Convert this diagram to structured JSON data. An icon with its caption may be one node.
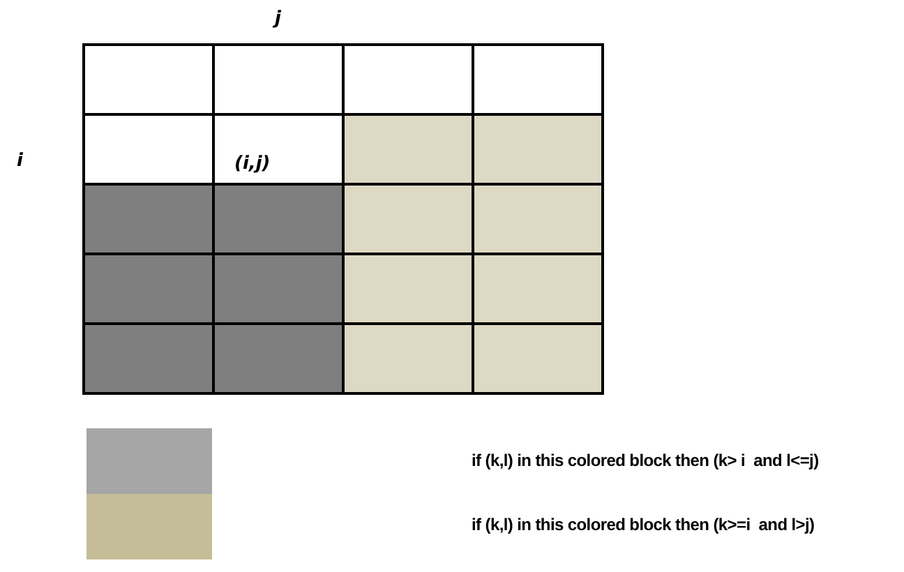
{
  "diagram": {
    "labels": [
      "j",
      "i",
      "(i,j)"
    ],
    "legend": [
      {
        "text": "if (k,l) in this colored block then (k> i  and l<=j)",
        "color": "#a6a6a6"
      },
      {
        "text": "if (k,l) in this colored block then (k>=i  and l>j)",
        "color": "#c4bd97"
      }
    ]
  }
}
